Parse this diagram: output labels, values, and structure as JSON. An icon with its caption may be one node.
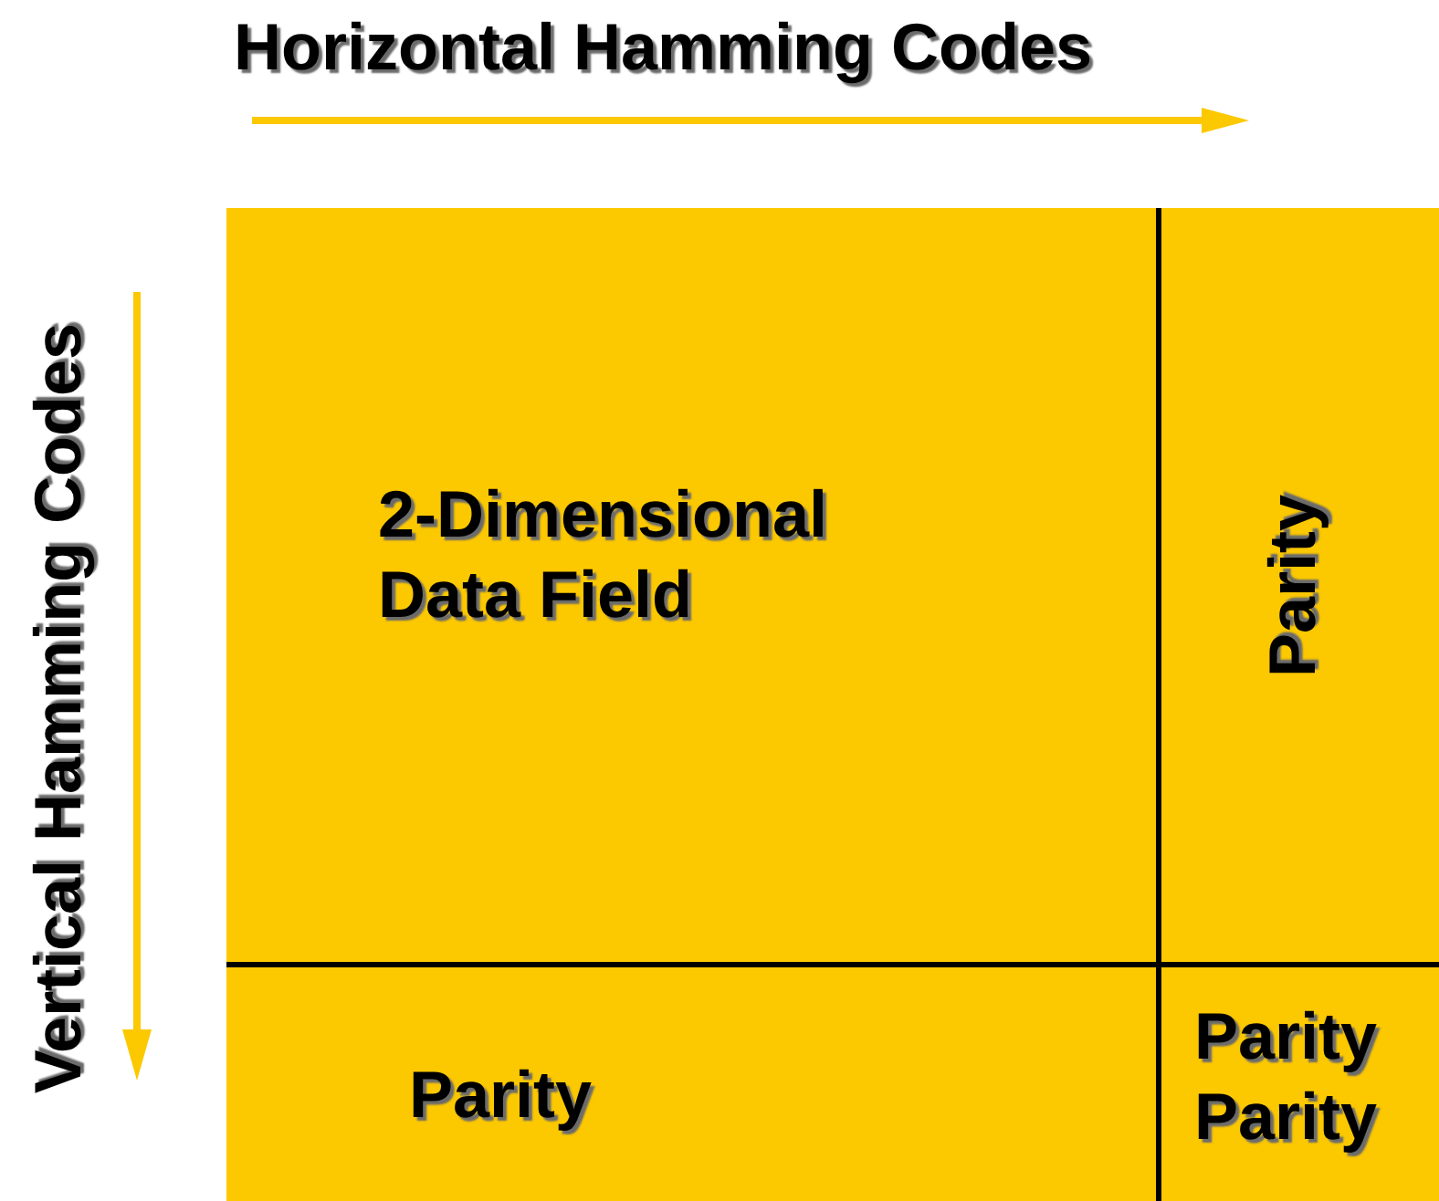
{
  "diagram": {
    "title": "Horizontal Hamming Codes",
    "nodes": [
      {
        "text": [
          "2-Dimensional Data Field"
        ]
      },
      {
        "text": [
          "Parity"
        ]
      },
      {
        "text": [
          "Parity"
        ]
      },
      {
        "text": [
          "Parity Parity"
        ]
      }
    ],
    "labels": [
      "Vertical Hamming Codes"
    ]
  }
}
